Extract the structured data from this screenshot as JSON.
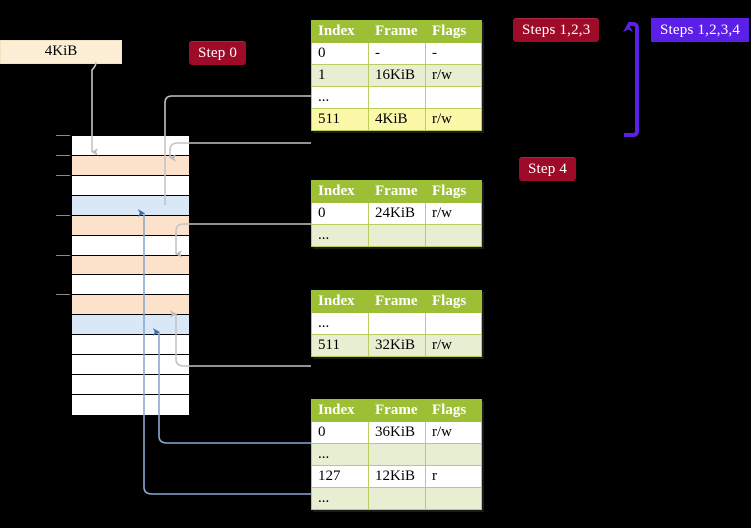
{
  "diagram": {
    "title_labels": {
      "step0": "Step 0",
      "step4": "Step 4",
      "steps123": "Steps 1,2,3",
      "steps1234": "Steps 1,2,3,4"
    },
    "size_box": {
      "label": "4KiB"
    },
    "colors": {
      "badge_red": "#9e0b28",
      "badge_violet": "#5b1fe8",
      "table_header": "#9dbf36",
      "table_row_tint": "#e8eed2",
      "cell_highlight": "#fbf8a8",
      "mem_orange": "#fde2cb",
      "mem_blue": "#d9e7f7",
      "size_box": "#fdefd5",
      "wire_gray": "#b3b3b3",
      "wire_blue": "#8ba8cf",
      "arrow_violet": "#5b1fe8",
      "background": "#000000"
    },
    "tables": [
      {
        "name": "pml4-table",
        "headers": [
          "Index",
          "Frame",
          "Flags"
        ],
        "rows": [
          {
            "tint": "white",
            "cells": [
              "0",
              "-",
              "-"
            ],
            "highlight": false
          },
          {
            "tint": "tint",
            "cells": [
              "1",
              "16KiB",
              "r/w"
            ],
            "highlight": false
          },
          {
            "tint": "white",
            "cells": [
              "...",
              "",
              ""
            ],
            "highlight": false
          },
          {
            "tint": "tint",
            "cells": [
              "511",
              "4KiB",
              "r/w"
            ],
            "highlight": true
          }
        ]
      },
      {
        "name": "pdp-table",
        "headers": [
          "Index",
          "Frame",
          "Flags"
        ],
        "rows": [
          {
            "tint": "white",
            "cells": [
              "0",
              "24KiB",
              "r/w"
            ],
            "highlight": false
          },
          {
            "tint": "tint",
            "cells": [
              "...",
              "",
              ""
            ],
            "highlight": false
          }
        ]
      },
      {
        "name": "pd-table",
        "headers": [
          "Index",
          "Frame",
          "Flags"
        ],
        "rows": [
          {
            "tint": "white",
            "cells": [
              "...",
              "",
              ""
            ],
            "highlight": false
          },
          {
            "tint": "tint",
            "cells": [
              "511",
              "32KiB",
              "r/w"
            ],
            "highlight": false
          }
        ]
      },
      {
        "name": "pt-table",
        "headers": [
          "Index",
          "Frame",
          "Flags"
        ],
        "rows": [
          {
            "tint": "white",
            "cells": [
              "0",
              "36KiB",
              "r/w"
            ],
            "highlight": false
          },
          {
            "tint": "tint",
            "cells": [
              "...",
              "",
              ""
            ],
            "highlight": false
          },
          {
            "tint": "white",
            "cells": [
              "127",
              "12KiB",
              "r"
            ],
            "highlight": false
          },
          {
            "tint": "tint",
            "cells": [
              "...",
              "",
              ""
            ],
            "highlight": false
          }
        ]
      }
    ],
    "memory_grid": {
      "rows": [
        {
          "fill": "white",
          "tick": true
        },
        {
          "fill": "orange",
          "tick": true
        },
        {
          "fill": "white",
          "tick": true
        },
        {
          "fill": "blue",
          "tick": false
        },
        {
          "fill": "orange",
          "tick": true
        },
        {
          "fill": "white",
          "tick": false
        },
        {
          "fill": "orange",
          "tick": true
        },
        {
          "fill": "white",
          "tick": false
        },
        {
          "fill": "orange",
          "tick": true
        },
        {
          "fill": "blue",
          "tick": false
        },
        {
          "fill": "white",
          "tick": false
        },
        {
          "fill": "white",
          "tick": false
        },
        {
          "fill": "white",
          "tick": false
        },
        {
          "fill": "white",
          "tick": false
        }
      ]
    }
  }
}
